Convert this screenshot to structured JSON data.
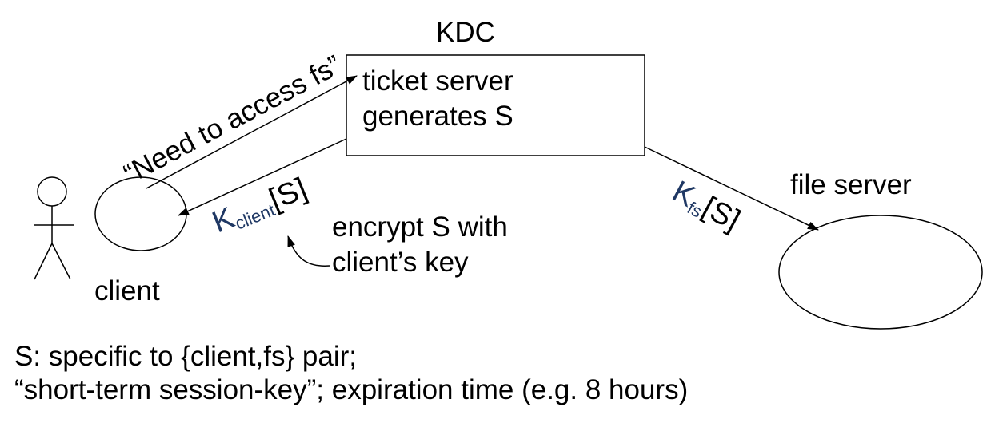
{
  "kdc": {
    "title": "KDC",
    "line1": "ticket server",
    "line2": "generates S"
  },
  "client": {
    "label": "client"
  },
  "file_server": {
    "label": "file server"
  },
  "request_message": "“Need to access fs”",
  "client_key_msg": {
    "base": "K",
    "subscript": "client",
    "suffix": "[S]"
  },
  "fs_key_msg": {
    "base": "K",
    "subscript": "fs",
    "suffix": "[S]"
  },
  "annotation": {
    "line1": "encrypt S with",
    "line2": "client’s key"
  },
  "footer": {
    "line1": "S: specific to {client,fs} pair;",
    "line2": "“short-term session-key”; expiration time (e.g. 8 hours)"
  },
  "colors": {
    "key_text": "#1f3864",
    "stroke": "#000000"
  }
}
